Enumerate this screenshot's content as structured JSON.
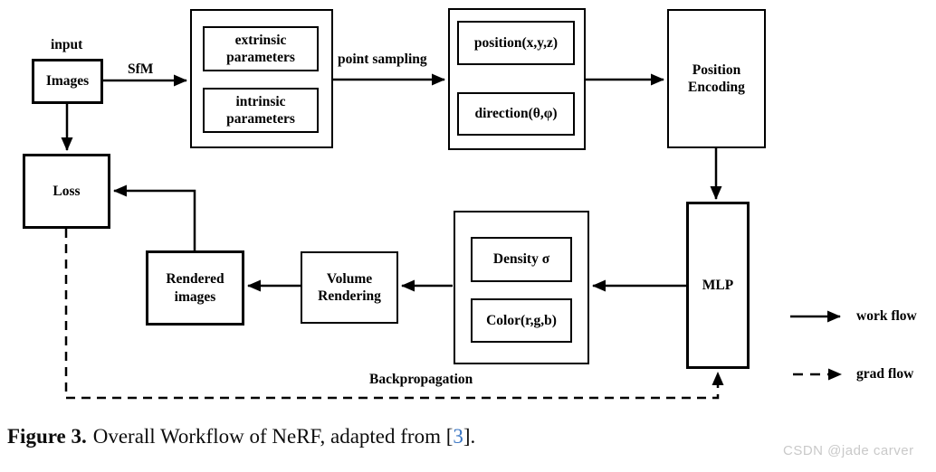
{
  "figure": {
    "nodes": {
      "images": "Images",
      "extrinsic": "extrinsic parameters",
      "intrinsic": "intrinsic parameters",
      "position": "position(x,y,z)",
      "direction": "direction(θ,φ)",
      "position_encoding": "Position Encoding",
      "mlp": "MLP",
      "density": "Density σ",
      "color": "Color(r,g,b)",
      "volume_rendering": "Volume Rendering",
      "rendered_images": "Rendered images",
      "loss": "Loss"
    },
    "edge_labels": {
      "input": "input",
      "sfm": "SfM",
      "point_sampling": "point sampling",
      "backpropagation": "Backpropagation"
    },
    "legend": {
      "work_flow": "work flow",
      "grad_flow": "grad flow"
    },
    "caption": {
      "label": "Figure 3.",
      "body": "Overall Workflow of NeRF, adapted from [",
      "ref": "3",
      "suffix": "]."
    },
    "watermark": "CSDN @jade carver",
    "colors": {
      "line": "#000000",
      "reference_link": "#3a76c4",
      "watermark": "#c9c9c9"
    }
  }
}
